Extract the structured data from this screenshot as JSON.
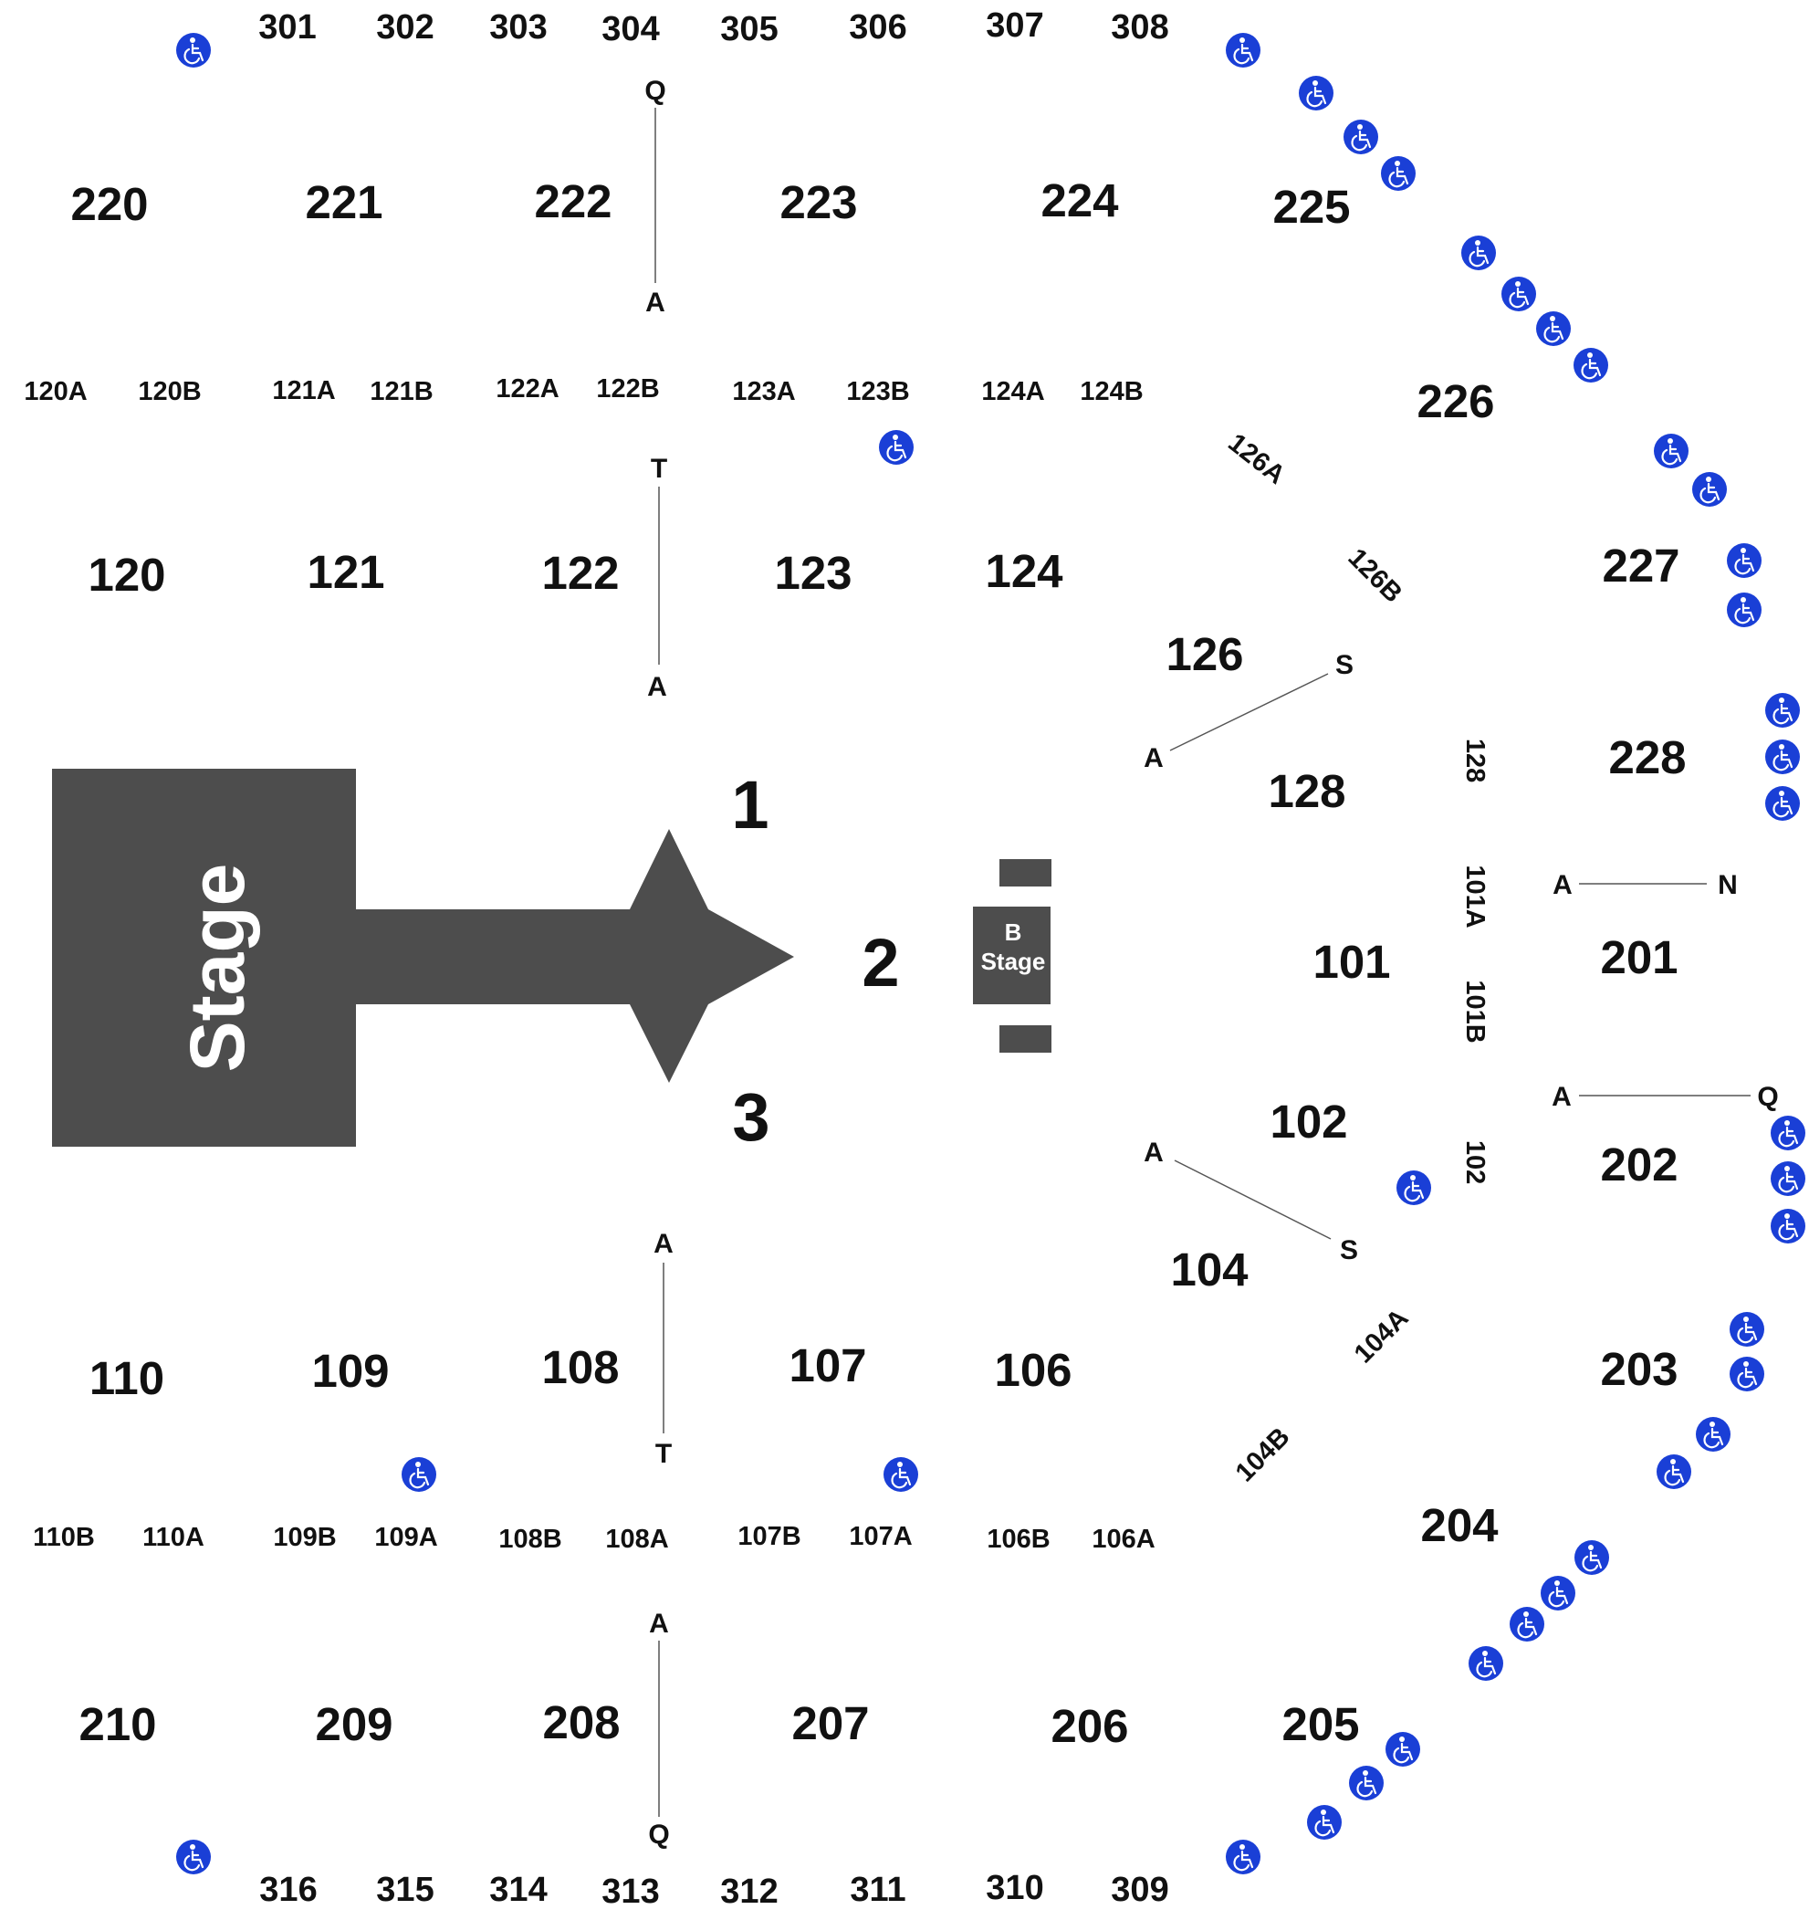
{
  "map": {
    "stage": {
      "label": "Stage"
    },
    "b_stage": {
      "label_line1": "B",
      "label_line2": "Stage"
    },
    "floor_zones": [
      "1",
      "2",
      "3"
    ],
    "colors": {
      "stage": "#4d4d4d",
      "accessible_icon": "#1a3fd6",
      "text": "#111111"
    },
    "sections_300_top": [
      "301",
      "302",
      "303",
      "304",
      "305",
      "306",
      "307",
      "308"
    ],
    "sections_300_bottom": [
      "316",
      "315",
      "314",
      "313",
      "312",
      "311",
      "310",
      "309"
    ],
    "sections_200_top": [
      "220",
      "221",
      "222",
      "223",
      "224",
      "225",
      "226",
      "227",
      "228"
    ],
    "sections_200_right": [
      "201",
      "202",
      "203",
      "204"
    ],
    "sections_200_bottom": [
      "210",
      "209",
      "208",
      "207",
      "206",
      "205"
    ],
    "sections_100_top": [
      "120",
      "121",
      "122",
      "123",
      "124",
      "126"
    ],
    "sections_100_top_sub": [
      "120A",
      "120B",
      "121A",
      "121B",
      "122A",
      "122B",
      "123A",
      "123B",
      "124A",
      "124B",
      "126A",
      "126B"
    ],
    "sections_100_right": [
      "128",
      "101",
      "102",
      "104"
    ],
    "sections_100_right_sub": [
      "128",
      "101A",
      "101B",
      "102",
      "104A",
      "104B"
    ],
    "sections_100_bottom": [
      "110",
      "109",
      "108",
      "107",
      "106"
    ],
    "sections_100_bottom_sub": [
      "110B",
      "110A",
      "109B",
      "109A",
      "108B",
      "108A",
      "107B",
      "107A",
      "106B",
      "106A"
    ],
    "row_labels": {
      "s222": {
        "start": "Q",
        "end": "A"
      },
      "s122": {
        "start": "T",
        "end": "A"
      },
      "s126": {
        "start": "S",
        "end": "A"
      },
      "s201": {
        "start": "A",
        "end": "N"
      },
      "s202": {
        "start": "A",
        "end": "Q"
      },
      "s104": {
        "start": "A",
        "end": "S"
      },
      "s108": {
        "start": "A",
        "end": "T"
      },
      "s208": {
        "start": "A",
        "end": "Q"
      }
    },
    "accessible_icon": "wheelchair-icon"
  }
}
